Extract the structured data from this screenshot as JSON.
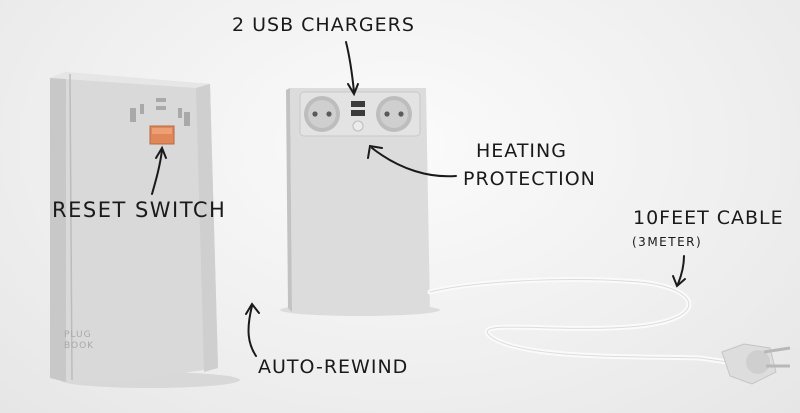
{
  "labels": {
    "usb_chargers": "2 USB CHARGERS",
    "reset_switch": "RESET SWITCH",
    "heating_line1": "HEATING",
    "heating_line2": "PROTECTION",
    "cable_line1": "10FEET CABLE",
    "cable_line2": "(3METER)",
    "auto_rewind": "AUTO-REWIND"
  },
  "book": {
    "spine_line1": "PLUG",
    "spine_line2": "BOOK"
  },
  "colors": {
    "device_body": "#d9d9d9",
    "device_side": "#c4c4c4",
    "switch_orange": "#e0875a",
    "ink": "#1a1a1a"
  }
}
